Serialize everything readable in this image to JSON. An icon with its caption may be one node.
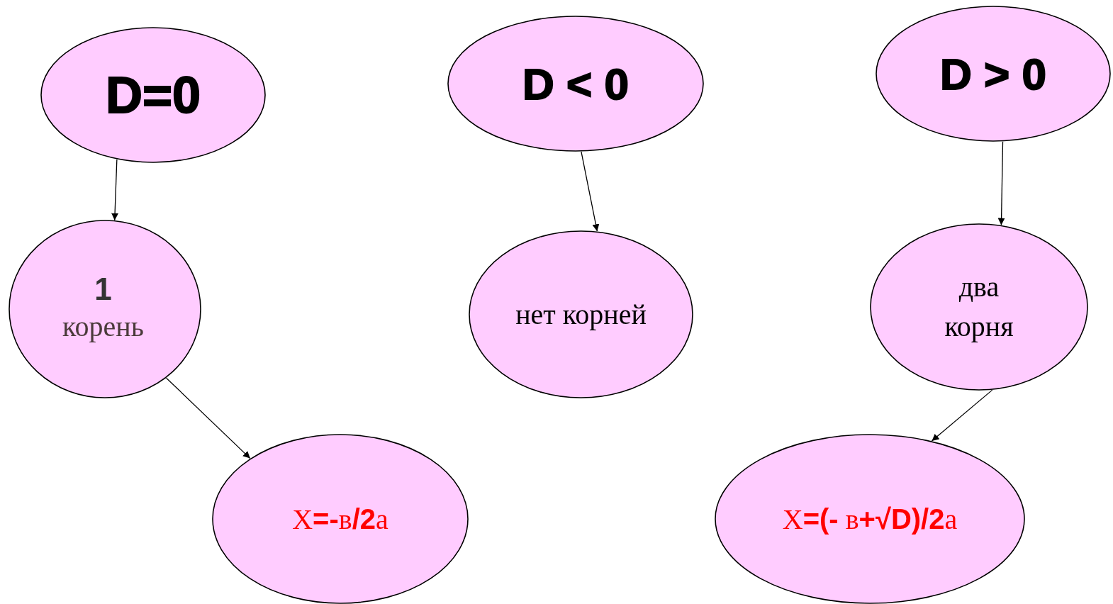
{
  "diagram": {
    "nodes": [
      {
        "text": [
          "D=0"
        ]
      },
      {
        "text": [
          "1",
          "корень"
        ]
      },
      {
        "text": [
          "X**=-**в**/2**а"
        ]
      },
      {
        "text": [
          "D < 0"
        ]
      },
      {
        "text": [
          "нет корней"
        ]
      },
      {
        "text": [
          "D > 0"
        ]
      },
      {
        "text": [
          "два корня"
        ]
      },
      {
        "text": [
          "X**=(-** в**+√D)/2**а"
        ]
      }
    ],
    "edges": [
      {
        "from": 0,
        "to": 1,
        "arrow": "to"
      },
      {
        "from": 1,
        "to": 2,
        "arrow": "to"
      },
      {
        "from": 3,
        "to": 4,
        "arrow": "to"
      },
      {
        "from": 5,
        "to": 6,
        "arrow": "to"
      },
      {
        "from": 6,
        "to": 7,
        "arrow": "to"
      }
    ]
  }
}
